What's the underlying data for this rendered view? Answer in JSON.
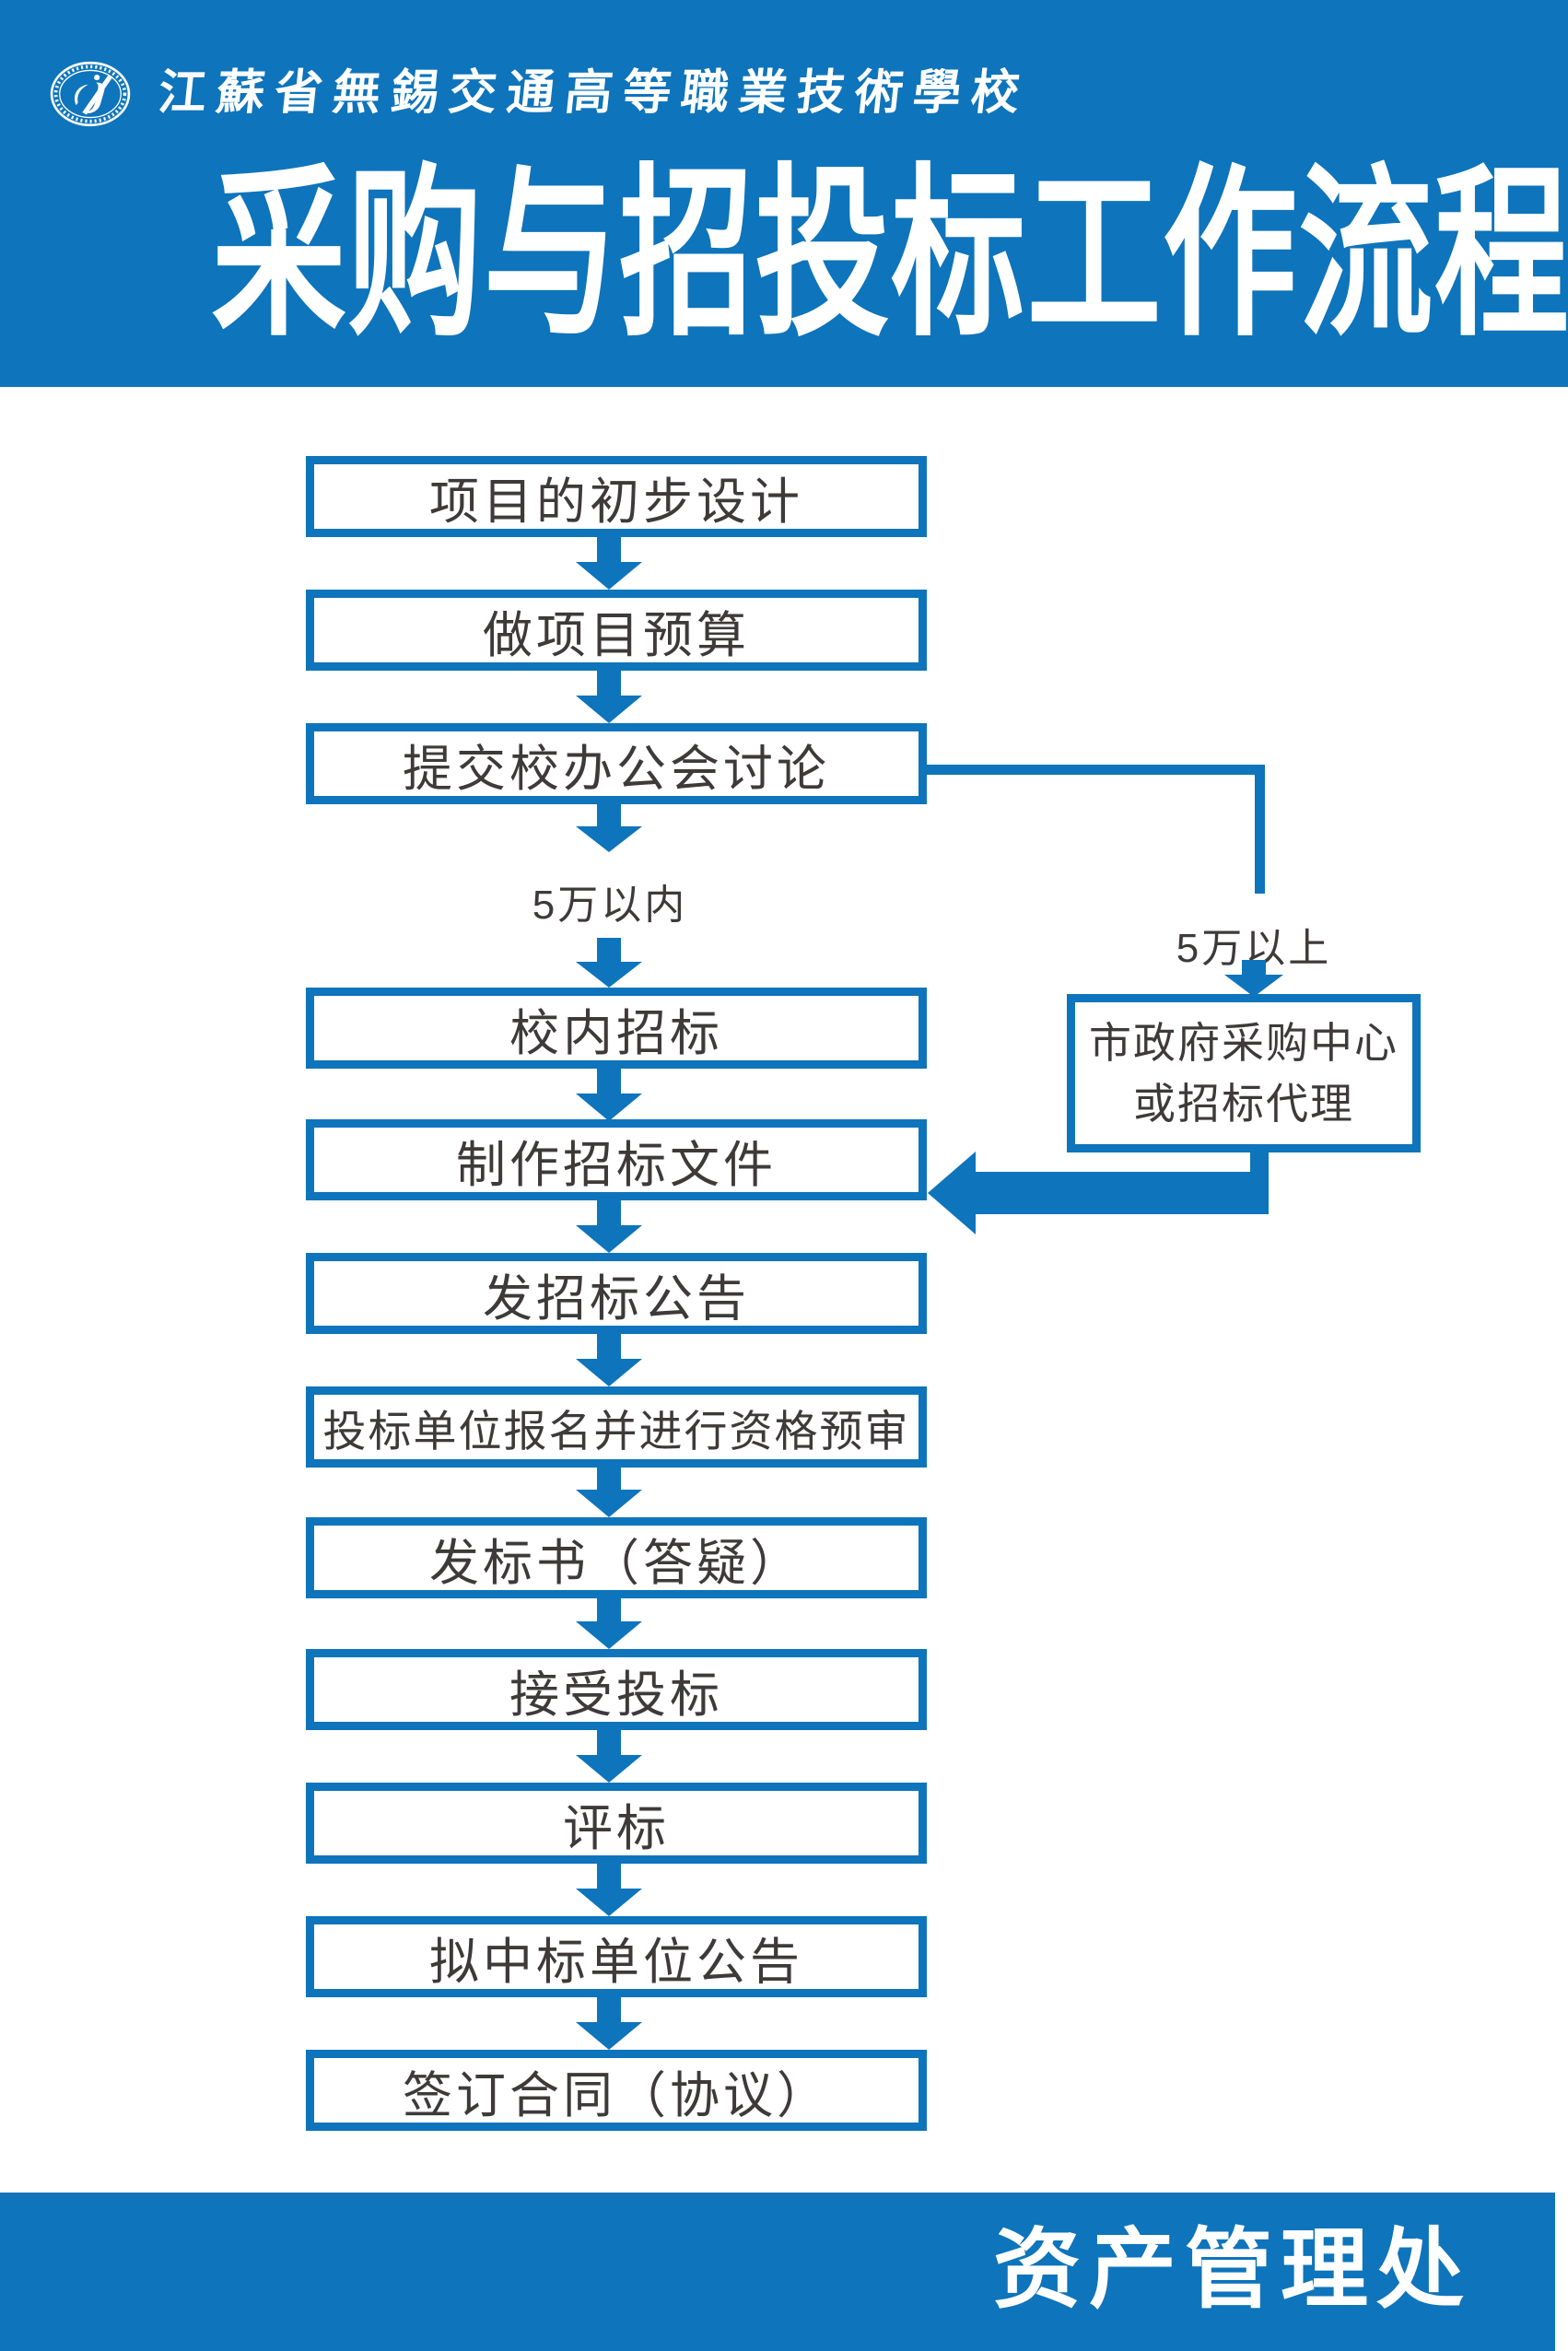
{
  "header": {
    "school_name": "江蘇省無錫交通高等職業技術學校",
    "title": "采购与招投标工作流程图",
    "logo_icon": "school-seal-emblem"
  },
  "flow": {
    "steps": [
      "项目的初步设计",
      "做项目预算",
      "提交校办公会讨论",
      "校内招标",
      "制作招标文件",
      "发招标公告",
      "投标单位报名并进行资格预审",
      "发标书（答疑）",
      "接受投标",
      "评标",
      "拟中标单位公告",
      "签订合同（协议）"
    ],
    "branch_labels": {
      "left": "5万以内",
      "right": "5万以上"
    },
    "side_box": {
      "line1": "市政府采购中心",
      "line2": "或招标代理"
    }
  },
  "footer": {
    "department": "资产管理处"
  },
  "colors": {
    "blue": "#0e74bb",
    "text": "#3e3a39"
  }
}
